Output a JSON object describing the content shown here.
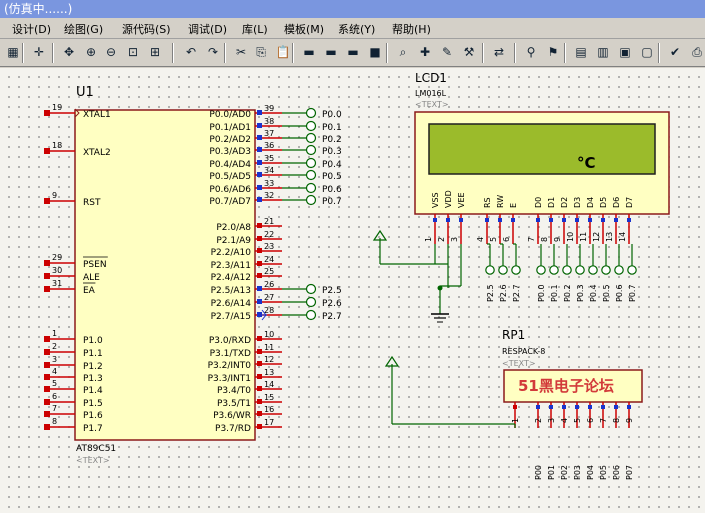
{
  "window": {
    "title": "(仿真中......)"
  },
  "menu": [
    "设计(D)",
    "绘图(G)",
    "源代码(S)",
    "调试(D)",
    "库(L)",
    "模板(M)",
    "系统(Y)",
    "帮助(H)"
  ],
  "toolbar_icons": [
    "grid-icon",
    "origin-icon",
    "pan-icon",
    "zoom-in-icon",
    "zoom-out-icon",
    "zoom-all-icon",
    "zoom-area-icon",
    "undo-icon",
    "redo-icon",
    "cut-icon",
    "copy-icon",
    "paste-icon",
    "block-copy-icon",
    "block-move-icon",
    "block-rotate-icon",
    "block-delete-icon",
    "pick-icon",
    "make-device-icon",
    "package-icon",
    "decompose-icon",
    "wire-autorouter-icon",
    "search-tag-icon",
    "property-assign-icon",
    "new-sheet-icon",
    "remove-sheet-icon",
    "netlist-icon",
    "bill-icon",
    "electrical-check-icon",
    "export-icon"
  ],
  "u1": {
    "ref": "U1",
    "part": "AT89C51",
    "text": "<TEXT>",
    "left_pins": [
      {
        "num": "19",
        "name": "XTAL1"
      },
      {
        "num": "18",
        "name": "XTAL2"
      },
      {
        "num": "9",
        "name": "RST"
      },
      {
        "num": "29",
        "name": "PSEN"
      },
      {
        "num": "30",
        "name": "ALE"
      },
      {
        "num": "31",
        "name": "EA"
      },
      {
        "num": "1",
        "name": "P1.0"
      },
      {
        "num": "2",
        "name": "P1.1"
      },
      {
        "num": "3",
        "name": "P1.2"
      },
      {
        "num": "4",
        "name": "P1.3"
      },
      {
        "num": "5",
        "name": "P1.4"
      },
      {
        "num": "6",
        "name": "P1.5"
      },
      {
        "num": "7",
        "name": "P1.6"
      },
      {
        "num": "8",
        "name": "P1.7"
      }
    ],
    "right_pins": [
      {
        "num": "39",
        "name": "P0.0/AD0",
        "net": "P0.0"
      },
      {
        "num": "38",
        "name": "P0.1/AD1",
        "net": "P0.1"
      },
      {
        "num": "37",
        "name": "P0.2/AD2",
        "net": "P0.2"
      },
      {
        "num": "36",
        "name": "P0.3/AD3",
        "net": "P0.3"
      },
      {
        "num": "35",
        "name": "P0.4/AD4",
        "net": "P0.4"
      },
      {
        "num": "34",
        "name": "P0.5/AD5",
        "net": "P0.5"
      },
      {
        "num": "33",
        "name": "P0.6/AD6",
        "net": "P0.6"
      },
      {
        "num": "32",
        "name": "P0.7/AD7",
        "net": "P0.7"
      },
      {
        "num": "21",
        "name": "P2.0/A8",
        "net": ""
      },
      {
        "num": "22",
        "name": "P2.1/A9",
        "net": ""
      },
      {
        "num": "23",
        "name": "P2.2/A10",
        "net": ""
      },
      {
        "num": "24",
        "name": "P2.3/A11",
        "net": ""
      },
      {
        "num": "25",
        "name": "P2.4/A12",
        "net": ""
      },
      {
        "num": "26",
        "name": "P2.5/A13",
        "net": "P2.5"
      },
      {
        "num": "27",
        "name": "P2.6/A14",
        "net": "P2.6"
      },
      {
        "num": "28",
        "name": "P2.7/A15",
        "net": "P2.7"
      },
      {
        "num": "10",
        "name": "P3.0/RXD",
        "net": ""
      },
      {
        "num": "11",
        "name": "P3.1/TXD",
        "net": ""
      },
      {
        "num": "12",
        "name": "P3.2/INT0",
        "net": ""
      },
      {
        "num": "13",
        "name": "P3.3/INT1",
        "net": ""
      },
      {
        "num": "14",
        "name": "P3.4/T0",
        "net": ""
      },
      {
        "num": "15",
        "name": "P3.5/T1",
        "net": ""
      },
      {
        "num": "16",
        "name": "P3.6/WR",
        "net": ""
      },
      {
        "num": "17",
        "name": "P3.7/RD",
        "net": ""
      }
    ]
  },
  "lcd": {
    "ref": "LCD1",
    "part": "LM016L",
    "text": "<TEXT>",
    "display": "°C",
    "pin_names": [
      "VSS",
      "VDD",
      "VEE",
      "RS",
      "RW",
      "E",
      "D0",
      "D1",
      "D2",
      "D3",
      "D4",
      "D5",
      "D6",
      "D7"
    ],
    "pin_nums": [
      "1",
      "2",
      "3",
      "4",
      "5",
      "6",
      "7",
      "8",
      "9",
      "10",
      "11",
      "12",
      "13",
      "14"
    ],
    "nets": [
      "P2.5",
      "P2.6",
      "P2.7",
      "P0.0",
      "P0.1",
      "P0.2",
      "P0.3",
      "P0.4",
      "P0.5",
      "P0.6",
      "P0.7"
    ]
  },
  "rp1": {
    "ref": "RP1",
    "part": "RESPACK-8",
    "text": "<TEXT>",
    "watermark": "51黑电子论坛",
    "pin_nums": [
      "1",
      "2",
      "3",
      "4",
      "5",
      "6",
      "7",
      "8",
      "9"
    ],
    "nets": [
      "P00",
      "P01",
      "P02",
      "P03",
      "P04",
      "P05",
      "P06",
      "P07"
    ]
  },
  "colors": {
    "component_body": "#ffffc2",
    "component_border": "#8b1a1a",
    "wire": "#006400",
    "pin_red": "#cc0000",
    "pin_blue": "#1a33cc",
    "lcd_screen": "#9bbb2b"
  }
}
